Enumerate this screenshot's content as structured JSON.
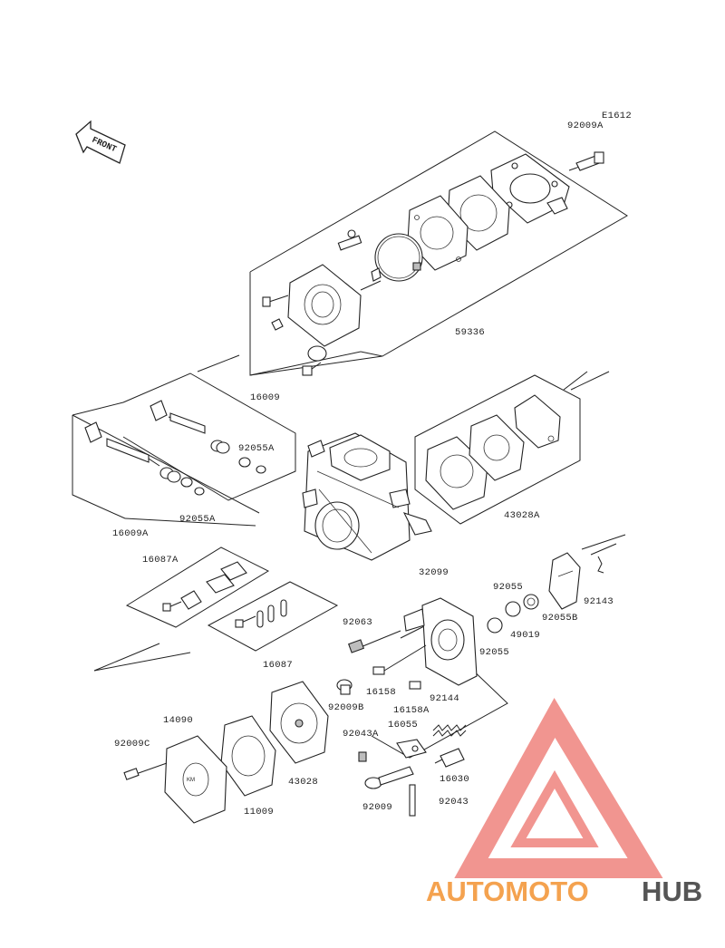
{
  "diagram_code": "E1612",
  "front_label": "FRONT",
  "watermark": {
    "part1": "AUTOMOTO",
    "part2": "HUB",
    "color1": "#f4a24f",
    "color2": "#555555",
    "logo_color": "#f08a84"
  },
  "labels": {
    "p92009A": "92009A",
    "p59336": "59336",
    "p16009": "16009",
    "p92055A_top": "92055A",
    "p92055A_bottom": "92055A",
    "p16009A": "16009A",
    "p43028A": "43028A",
    "p16087A": "16087A",
    "p32099": "32099",
    "p92055_top": "92055",
    "p92143": "92143",
    "p92055B": "92055B",
    "p49019": "49019",
    "p92055_mid": "92055",
    "p92063": "92063",
    "p16087": "16087",
    "p16158": "16158",
    "p16158A": "16158A",
    "p92009B": "92009B",
    "p92144": "92144",
    "p14090": "14090",
    "p92043A": "92043A",
    "p16055": "16055",
    "p92009C": "92009C",
    "p43028": "43028",
    "p16030": "16030",
    "p11009": "11009",
    "p92009": "92009",
    "p92043": "92043"
  }
}
